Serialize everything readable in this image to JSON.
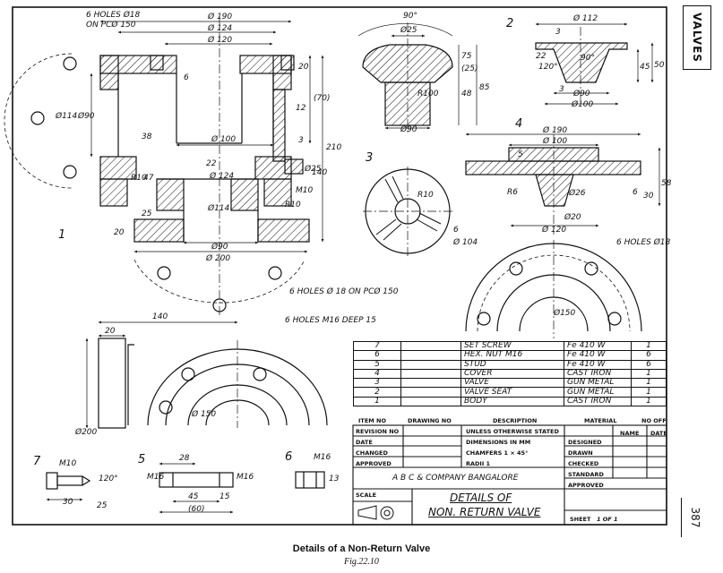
{
  "side_tab": "VALVES",
  "page_number": "387",
  "caption": {
    "title": "Details of a Non-Return Valve",
    "figure": "Fig.22.10"
  },
  "part_numbers": [
    "1",
    "2",
    "3",
    "4",
    "5",
    "6",
    "7"
  ],
  "dims": {
    "p1": {
      "holes_top": "6 HOLES Ø18",
      "on_pcd_top": "ON PCØ 150",
      "d190": "Ø 190",
      "d124a": "Ø 124",
      "d120": "Ø 120",
      "h20": "20",
      "h6": "6",
      "d114l": "Ø114",
      "d90l": "Ø90",
      "h12": "12",
      "h38": "38",
      "d100": "Ø 100",
      "h3": "3",
      "h22": "22",
      "d124b": "Ø 124",
      "d25": "Ø25",
      "m10a": "M10",
      "r10a": "R10",
      "h47": "47",
      "h25": "25",
      "d114b": "Ø114",
      "r10b": "R10",
      "m10b": "M10",
      "h20b": "20",
      "d90b": "Ø90",
      "d200": "Ø 200",
      "h140": "140",
      "h210": "210",
      "h70": "(70)",
      "holes_bottom": "6 HOLES Ø 18 ON PCØ 150"
    },
    "p7_top": {
      "a90": "90°",
      "d25": "Ø25",
      "h75": "75",
      "h25": "(25)",
      "h48": "48",
      "h85": "85",
      "r100": "R100",
      "d90": "Ø90"
    },
    "p2": {
      "d112": "Ø 112",
      "h3a": "3",
      "h22": "22",
      "a120": "120°",
      "a90": "90°",
      "h3b": "3",
      "d90": "Ø90",
      "d100": "Ø100",
      "h45": "45",
      "h50": "50"
    },
    "p3": {
      "r10": "R10",
      "d104": "Ø 104",
      "h6": "6"
    },
    "p4": {
      "d190": "Ø 190",
      "d100": "Ø 100",
      "h5": "5",
      "r6": "R6",
      "d26": "Ø26",
      "d20": "Ø20",
      "d120": "Ø 120",
      "h6": "6",
      "h30": "30",
      "h58": "58"
    },
    "flange_plan": {
      "holes": "6 HOLES Ø18",
      "d150": "Ø150"
    },
    "body_plan": {
      "h140": "140",
      "h20": "20",
      "holes": "6 HOLES M16 DEEP 15",
      "d150": "Ø 150",
      "d200": "Ø200"
    },
    "p7b": {
      "m10": "M10",
      "a120": "120°",
      "h30": "30",
      "h25": "25"
    },
    "p5": {
      "h28": "28",
      "m16a": "M16",
      "m16b": "M16",
      "h45": "45",
      "h15": "15",
      "h60": "(60)"
    },
    "p6": {
      "m16": "M16",
      "h13": "13"
    }
  },
  "bom": {
    "rows": [
      {
        "no": "7",
        "desc": "SET SCREW",
        "mat": "Fe 410 W",
        "qty": "1"
      },
      {
        "no": "6",
        "desc": "HEX. NUT M16",
        "mat": "Fe 410 W",
        "qty": "6"
      },
      {
        "no": "5",
        "desc": "STUD",
        "mat": "Fe 410 W",
        "qty": "6"
      },
      {
        "no": "4",
        "desc": "COVER",
        "mat": "CAST IRON",
        "qty": "1"
      },
      {
        "no": "3",
        "desc": "VALVE",
        "mat": "GUN METAL",
        "qty": "1"
      },
      {
        "no": "2",
        "desc": "VALVE SEAT",
        "mat": "GUN METAL",
        "qty": "1"
      },
      {
        "no": "1",
        "desc": "BODY",
        "mat": "CAST IRON",
        "qty": "1"
      }
    ],
    "headers": {
      "item": "ITEM NO",
      "drawing": "DRAWING NO",
      "desc": "DESCRIPTION",
      "mat": "MATERIAL",
      "qty": "NO OFF"
    }
  },
  "title_block": {
    "revision_no": "REVISION NO",
    "date": "DATE",
    "changed": "CHANGED",
    "approved": "APPROVED",
    "note1": "UNLESS OTHERWISE STATED",
    "note2": "DIMENSIONS IN MM",
    "note3": "CHAMFERS  1 × 45°",
    "note4": "RADII       1",
    "name": "NAME",
    "date_col": "DATE",
    "designed": "DESIGNED",
    "drawn": "DRAWN",
    "checked": "CHECKED",
    "standard": "STANDARD",
    "approved2": "APPROVED",
    "company": "A B C  &  COMPANY  BANGALORE",
    "scale": "SCALE",
    "title_line1": "DETAILS  OF",
    "title_line2": "NON. RETURN  VALVE",
    "sheet": "SHEET",
    "sheet_of": "1 OF 1"
  }
}
